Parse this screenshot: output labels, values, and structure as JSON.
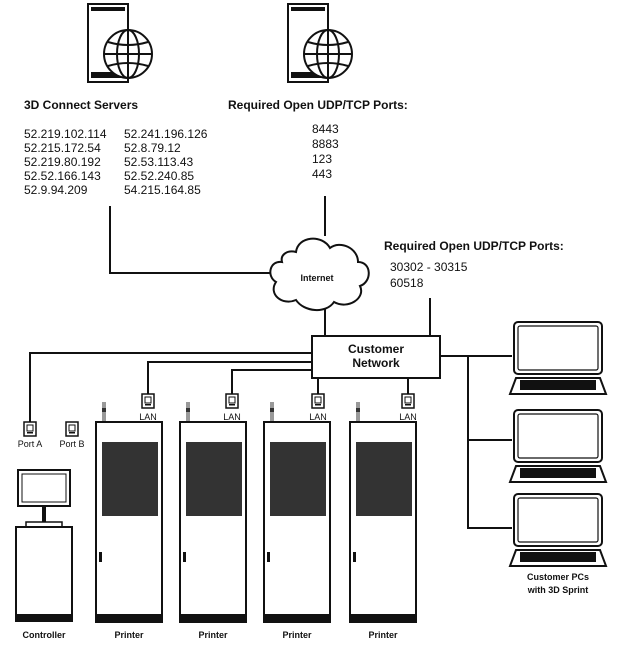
{
  "servers": {
    "heading": "3D Connect Servers",
    "ips_col1": [
      "52.219.102.114",
      "52.215.172.54",
      "52.219.80.192",
      "52.52.166.143",
      "52.9.94.209"
    ],
    "ips_col2": [
      "52.241.196.126",
      "52.8.79.12",
      "52.53.113.43",
      "52.52.240.85",
      "54.215.164.85"
    ]
  },
  "ports_top": {
    "heading": "Required Open UDP/TCP Ports:",
    "values": [
      "8443",
      "8883",
      "123",
      "443"
    ]
  },
  "internet": {
    "label": "Internet"
  },
  "ports_right": {
    "heading": "Required Open UDP/TCP Ports:",
    "values": [
      "30302 - 30315",
      "60518"
    ]
  },
  "network": {
    "line1": "Customer",
    "line2": "Network"
  },
  "ports": {
    "port_a": "Port A",
    "port_b": "Port B",
    "lan": "LAN"
  },
  "controller": {
    "label": "Controller"
  },
  "printers": [
    {
      "label": "Printer"
    },
    {
      "label": "Printer"
    },
    {
      "label": "Printer"
    },
    {
      "label": "Printer"
    }
  ],
  "pcs": {
    "line1": "Customer PCs",
    "line2": "with 3D Sprint"
  }
}
